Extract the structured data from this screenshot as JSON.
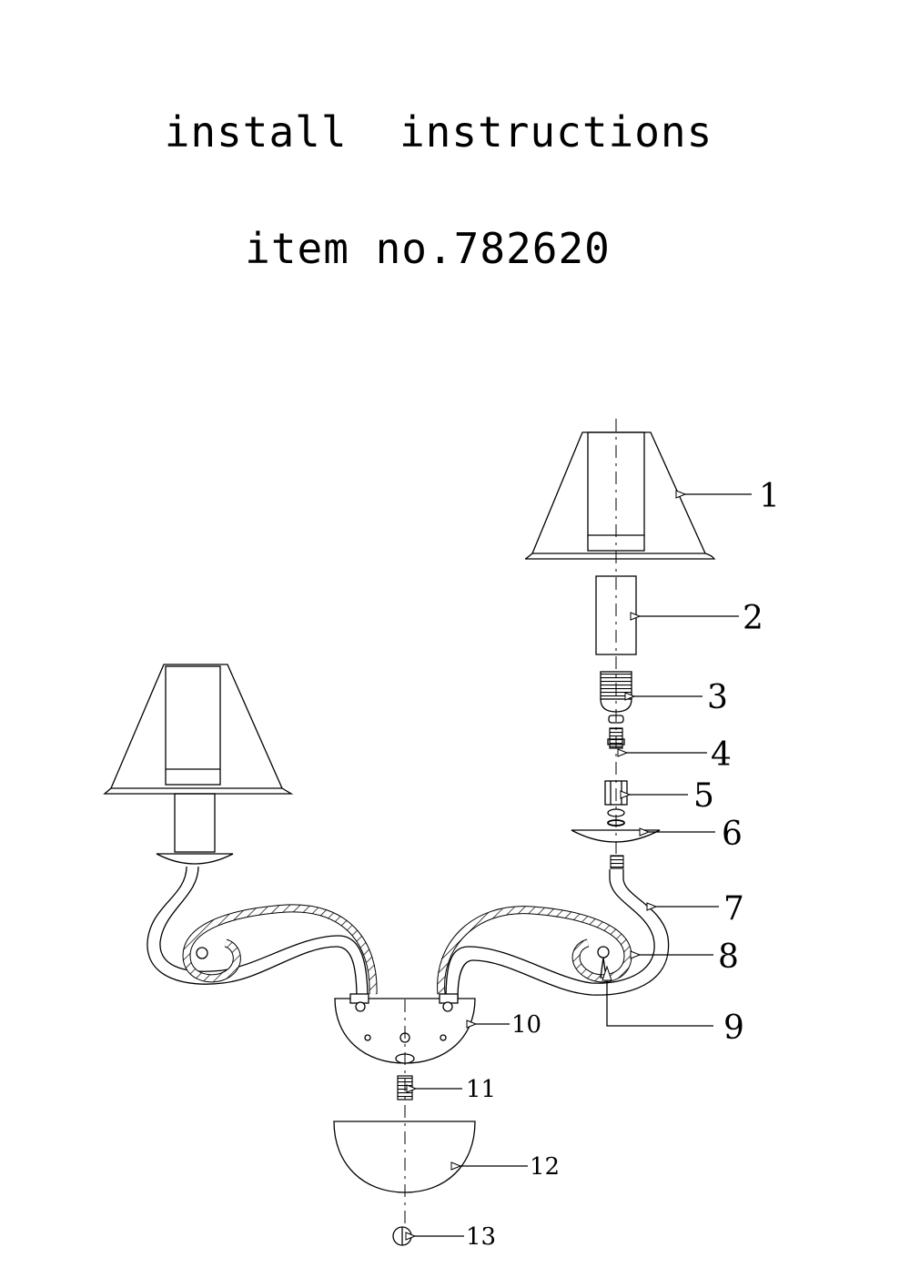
{
  "header": {
    "title": "install  instructions",
    "item_number": "item no.782620"
  },
  "parts": [
    "1",
    "2",
    "3",
    "4",
    "5",
    "6",
    "7",
    "8",
    "9",
    "10",
    "11",
    "12",
    "13"
  ]
}
